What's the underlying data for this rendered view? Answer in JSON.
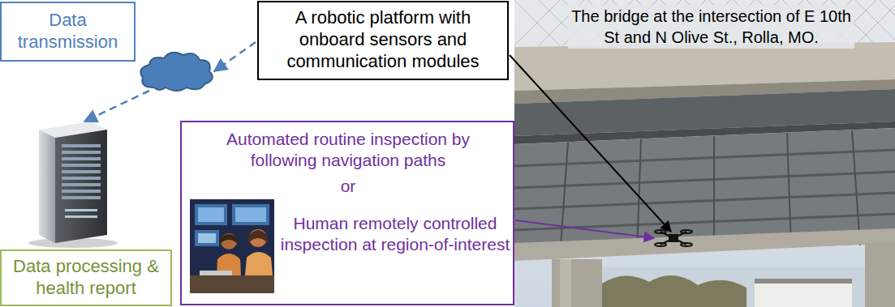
{
  "diagram": {
    "nodes": [
      {
        "text": [
          "Data transmission"
        ]
      },
      {
        "text": [
          "A robotic platform with onboard sensors and communication modules"
        ]
      },
      {
        "text": [
          "Automated routine inspection by following navigation paths",
          "or",
          "Human remotely controlled inspection at region-of-interest"
        ]
      },
      {
        "text": [
          "Data processing & health report"
        ]
      }
    ],
    "labels": [
      "The bridge at the intersection of E 10th St and N Olive St., Rolla, MO."
    ]
  }
}
